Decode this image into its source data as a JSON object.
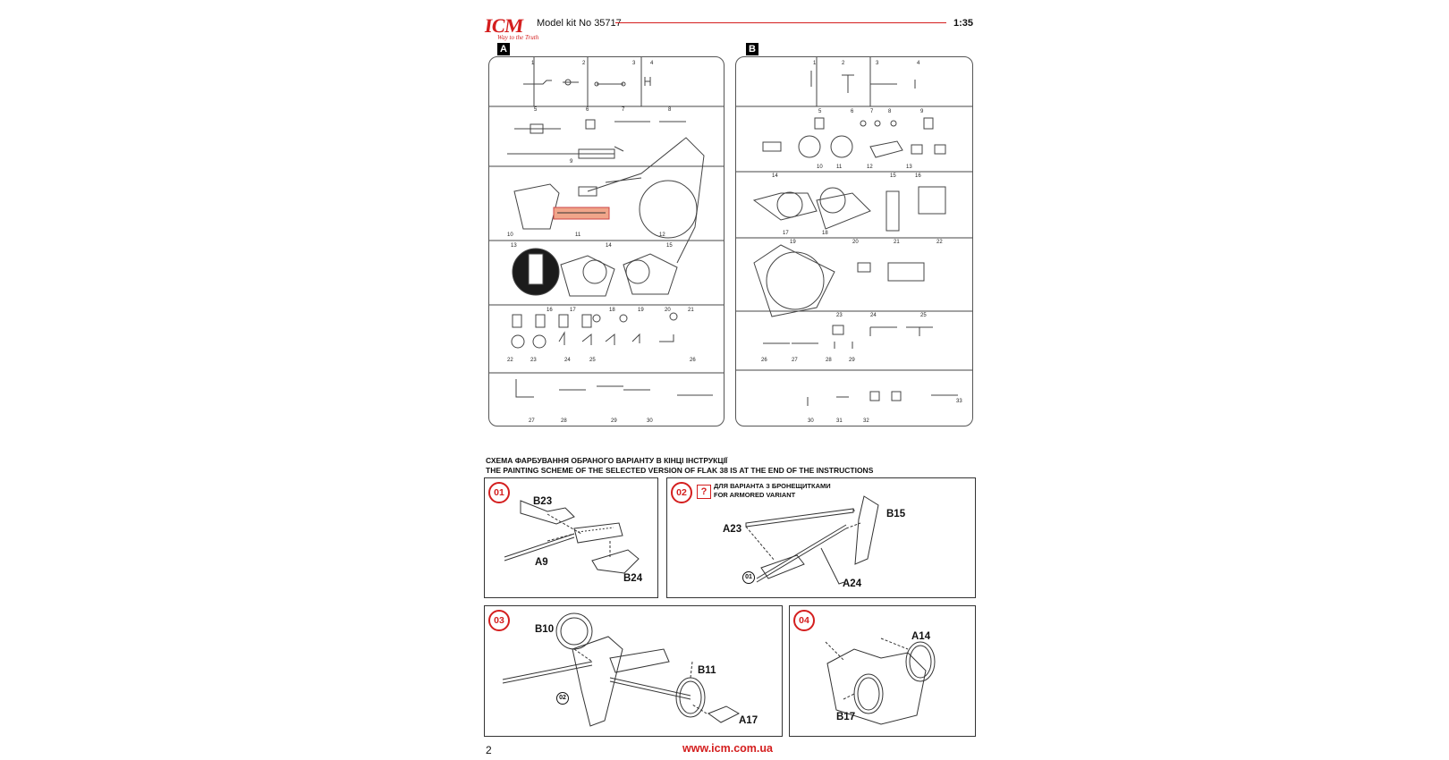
{
  "header": {
    "brand": "ICM",
    "slogan": "Way to the Truth",
    "kit": "Model kit No 35717",
    "scale": "1:35"
  },
  "sprues": {
    "a": {
      "label": "A",
      "parts": [
        "1",
        "2",
        "3",
        "4",
        "5",
        "6",
        "7",
        "8",
        "9",
        "10",
        "11",
        "12",
        "13",
        "14",
        "15",
        "16",
        "17",
        "18",
        "19",
        "20",
        "21",
        "22",
        "23",
        "24",
        "25",
        "26",
        "27",
        "28",
        "29",
        "30"
      ]
    },
    "b": {
      "label": "B",
      "parts": [
        "1",
        "2",
        "3",
        "4",
        "5",
        "6",
        "7",
        "8",
        "9",
        "10",
        "11",
        "12",
        "13",
        "14",
        "15",
        "16",
        "17",
        "18",
        "19",
        "20",
        "21",
        "22",
        "23",
        "24",
        "25",
        "26",
        "27",
        "28",
        "29",
        "30",
        "31",
        "32",
        "33"
      ]
    }
  },
  "note": {
    "uk": "СХЕМА ФАРБУВАННЯ ОБРАНОГО ВАРІАНТУ В КІНЦІ ІНСТРУКЦІЇ",
    "en": "THE PAINTING SCHEME OF THE SELECTED VERSION OF FLAK 38 IS AT THE END OF THE INSTRUCTIONS"
  },
  "steps": [
    {
      "num": "01",
      "labels": [
        "B23",
        "A9",
        "B24"
      ]
    },
    {
      "num": "02",
      "question": "?",
      "variant_uk": "ДЛЯ ВАРІАНТА З БРОНЕЩИТКАМИ",
      "variant_en": "FOR ARMORED VARIANT",
      "labels": [
        "B15",
        "A23",
        "A24"
      ],
      "ref": "01"
    },
    {
      "num": "03",
      "labels": [
        "B10",
        "B11",
        "A17"
      ],
      "ref": "02"
    },
    {
      "num": "04",
      "labels": [
        "A14",
        "B17"
      ]
    }
  ],
  "footer": {
    "page": "2",
    "website": "www.icm.com.ua"
  },
  "colors": {
    "accent": "#d41e1e",
    "highlight": "#f0a58a"
  }
}
